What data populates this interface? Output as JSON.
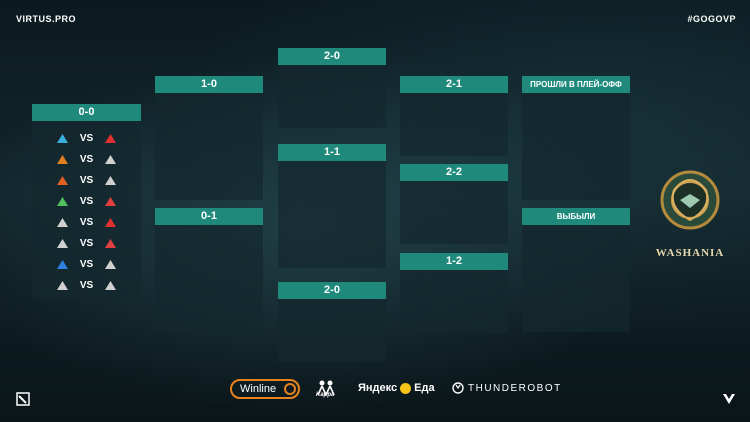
{
  "header": {
    "brand": "VIRTUS.PRO",
    "hashtag": "#GOGOVP"
  },
  "bracket": {
    "r00": "0-0",
    "r10": "1-0",
    "r01": "0-1",
    "r20a": "2-0",
    "r11": "1-1",
    "r20b": "2-0",
    "r21": "2-1",
    "r22": "2-2",
    "r12": "1-2",
    "qualified": "ПРОШЛИ В ПЛЕЙ-ОФФ",
    "eliminated": "ВЫБЫЛИ"
  },
  "matches": [
    {
      "team1": "alliance-logo",
      "vs": "VS",
      "team2": "mousesports-logo"
    },
    {
      "team1": "big-logo",
      "vs": "VS",
      "team2": "k-logo"
    },
    {
      "team1": "virtus-pro-logo",
      "vs": "VS",
      "team2": "wolf-logo"
    },
    {
      "team1": "spirit-logo",
      "vs": "VS",
      "team2": "eagle-logo"
    },
    {
      "team1": "r-logo",
      "vs": "VS",
      "team2": "circle-logo"
    },
    {
      "team1": "xtreme-logo",
      "vs": "VS",
      "team2": "shield-logo"
    },
    {
      "team1": "liquid-logo",
      "vs": "VS",
      "team2": "eye-logo"
    },
    {
      "team1": "gladiators-logo",
      "vs": "VS",
      "team2": "secret-logo"
    }
  ],
  "event_logo": {
    "label": "WASHANIA"
  },
  "sponsors": {
    "winline": "Winline",
    "kappa": "Kappa",
    "yandex": "Яндекс",
    "eda": "Еда",
    "thunderobot": "THUNDEROBOT"
  },
  "colors": {
    "accent": "#1f8a7c",
    "box": "#14282e",
    "winline": "#e8821e",
    "yandex": "#f5c518"
  }
}
